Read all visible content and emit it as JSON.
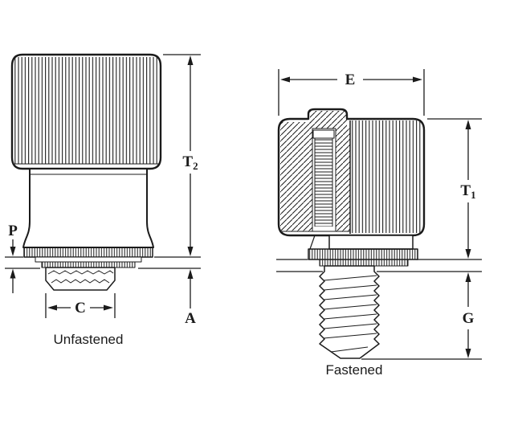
{
  "drawing": {
    "captions": {
      "unfastened": "Unfastened",
      "fastened": "Fastened"
    },
    "dimensions": {
      "t2": {
        "main": "T",
        "sub": "2"
      },
      "p": {
        "main": "P",
        "sub": ""
      },
      "c": {
        "main": "C",
        "sub": ""
      },
      "a": {
        "main": "A",
        "sub": ""
      },
      "e": {
        "main": "E",
        "sub": ""
      },
      "t1": {
        "main": "T",
        "sub": "1"
      },
      "g": {
        "main": "G",
        "sub": ""
      }
    }
  },
  "colors": {
    "ink": "#1b1b1b",
    "paper": "#ffffff"
  }
}
